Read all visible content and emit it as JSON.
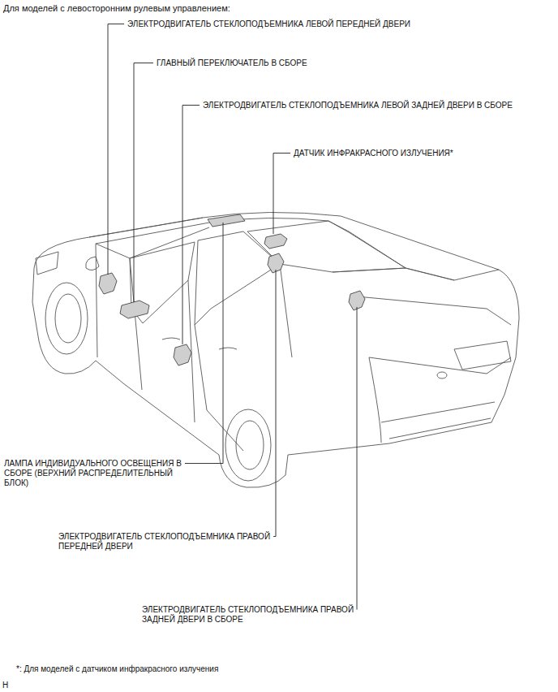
{
  "diagram": {
    "title": "Для моделей с левосторонним рулевым управлением:",
    "labels": [
      "ЭЛЕКТРОДВИГАТЕЛЬ СТЕКЛОПОДЪЕМНИКА ЛЕВОЙ ПЕРЕДНЕЙ ДВЕРИ",
      "ГЛАВНЫЙ ПЕРЕКЛЮЧАТЕЛЬ В СБОРЕ",
      "ЭЛЕКТРОДВИГАТЕЛЬ СТЕКЛОПОДЪЕМНИКА ЛЕВОЙ ЗАДНЕЙ ДВЕРИ В СБОРЕ",
      "ДАТЧИК ИНФРАКРАСНОГО ИЗЛУЧЕНИЯ*",
      "ЛАМПА ИНДИВИДУАЛЬНОГО ОСВЕЩЕНИЯ В СБОРЕ (ВЕРХНИЙ РАСПРЕДЕЛИТЕЛЬНЫЙ БЛОК)",
      "ЭЛЕКТРОДВИГАТЕЛЬ СТЕКЛОПОДЪЕМНИКА ПРАВОЙ ПЕРЕДНЕЙ ДВЕРИ",
      "ЭЛЕКТРОДВИГАТЕЛЬ СТЕКЛОПОДЪЕМНИКА ПРАВОЙ ЗАДНЕЙ ДВЕРИ В СБОРЕ",
      "*: Для моделей с датчиком инфракрасного излучения",
      "H"
    ]
  }
}
